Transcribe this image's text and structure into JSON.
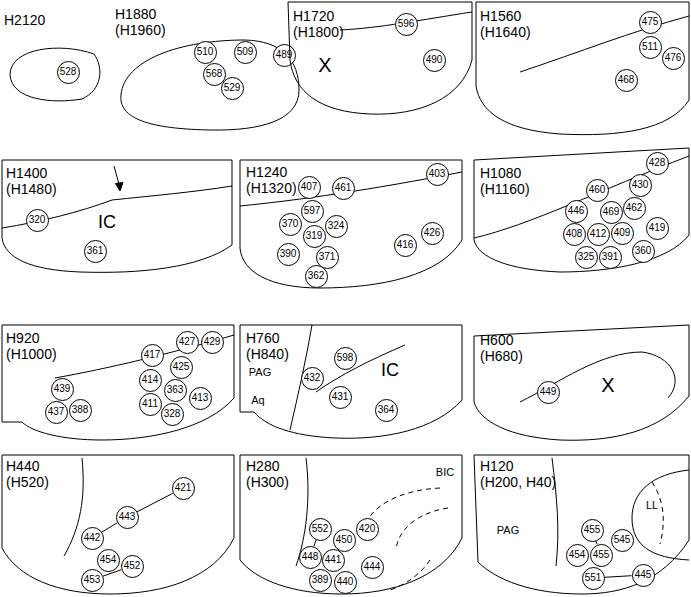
{
  "diagram": {
    "nodes": [
      {
        "text": [
          "H2120"
        ]
      },
      {
        "text": [
          "528"
        ],
        "in": 0
      },
      {
        "text": [
          "H1880 (H1960)"
        ]
      },
      {
        "text": [
          "510"
        ],
        "in": 2
      },
      {
        "text": [
          "509"
        ],
        "in": 2
      },
      {
        "text": [
          "489"
        ],
        "in": 2
      },
      {
        "text": [
          "568"
        ],
        "in": 2
      },
      {
        "text": [
          "529"
        ],
        "in": 2
      },
      {
        "text": [
          "H1720 (H1800)"
        ]
      },
      {
        "text": [
          "596"
        ],
        "in": 8
      },
      {
        "text": [
          "490"
        ],
        "in": 8
      },
      {
        "text": [
          "H1560 (H1640)"
        ]
      },
      {
        "text": [
          "475"
        ],
        "in": 11
      },
      {
        "text": [
          "511"
        ],
        "in": 11
      },
      {
        "text": [
          "476"
        ],
        "in": 11
      },
      {
        "text": [
          "468"
        ],
        "in": 11
      },
      {
        "text": [
          "H1400 (H1480)"
        ]
      },
      {
        "text": [
          "320"
        ],
        "in": 16
      },
      {
        "text": [
          "361"
        ],
        "in": 16
      },
      {
        "text": [
          "H1240 (H1320)"
        ]
      },
      {
        "text": [
          "407"
        ],
        "in": 19
      },
      {
        "text": [
          "461"
        ],
        "in": 19
      },
      {
        "text": [
          "403"
        ],
        "in": 19
      },
      {
        "text": [
          "597"
        ],
        "in": 19
      },
      {
        "text": [
          "370"
        ],
        "in": 19
      },
      {
        "text": [
          "324"
        ],
        "in": 19
      },
      {
        "text": [
          "426"
        ],
        "in": 19
      },
      {
        "text": [
          "319"
        ],
        "in": 19
      },
      {
        "text": [
          "371"
        ],
        "in": 19
      },
      {
        "text": [
          "416"
        ],
        "in": 19
      },
      {
        "text": [
          "390"
        ],
        "in": 19
      },
      {
        "text": [
          "362"
        ],
        "in": 19
      },
      {
        "text": [
          "H1080 (H1160)"
        ]
      },
      {
        "text": [
          "428"
        ],
        "in": 32
      },
      {
        "text": [
          "430"
        ],
        "in": 32
      },
      {
        "text": [
          "460"
        ],
        "in": 32
      },
      {
        "text": [
          "462"
        ],
        "in": 32
      },
      {
        "text": [
          "446"
        ],
        "in": 32
      },
      {
        "text": [
          "469"
        ],
        "in": 32
      },
      {
        "text": [
          "419"
        ],
        "in": 32
      },
      {
        "text": [
          "408"
        ],
        "in": 32
      },
      {
        "text": [
          "412"
        ],
        "in": 32
      },
      {
        "text": [
          "409"
        ],
        "in": 32
      },
      {
        "text": [
          "360"
        ],
        "in": 32
      },
      {
        "text": [
          "325"
        ],
        "in": 32
      },
      {
        "text": [
          "391"
        ],
        "in": 32
      },
      {
        "text": [
          "H920 (H1000)"
        ]
      },
      {
        "text": [
          "427"
        ],
        "in": 46
      },
      {
        "text": [
          "429"
        ],
        "in": 46
      },
      {
        "text": [
          "417"
        ],
        "in": 46
      },
      {
        "text": [
          "425"
        ],
        "in": 46
      },
      {
        "text": [
          "414"
        ],
        "in": 46
      },
      {
        "text": [
          "363"
        ],
        "in": 46
      },
      {
        "text": [
          "439"
        ],
        "in": 46
      },
      {
        "text": [
          "411"
        ],
        "in": 46
      },
      {
        "text": [
          "413"
        ],
        "in": 46
      },
      {
        "text": [
          "437"
        ],
        "in": 46
      },
      {
        "text": [
          "388"
        ],
        "in": 46
      },
      {
        "text": [
          "328"
        ],
        "in": 46
      },
      {
        "text": [
          "H760 (H840)"
        ]
      },
      {
        "text": [
          "598"
        ],
        "in": 59
      },
      {
        "text": [
          "432"
        ],
        "in": 59
      },
      {
        "text": [
          "431"
        ],
        "in": 59
      },
      {
        "text": [
          "364"
        ],
        "in": 59
      },
      {
        "text": [
          "H600 (H680)"
        ]
      },
      {
        "text": [
          "449"
        ],
        "in": 64
      },
      {
        "text": [
          "H440 (H520)"
        ]
      },
      {
        "text": [
          "421"
        ],
        "in": 66
      },
      {
        "text": [
          "443"
        ],
        "in": 66
      },
      {
        "text": [
          "442"
        ],
        "in": 66
      },
      {
        "text": [
          "454"
        ],
        "in": 66
      },
      {
        "text": [
          "452"
        ],
        "in": 66
      },
      {
        "text": [
          "453"
        ],
        "in": 66
      },
      {
        "text": [
          "H280 (H300)"
        ]
      },
      {
        "text": [
          "552"
        ],
        "in": 73
      },
      {
        "text": [
          "450"
        ],
        "in": 73
      },
      {
        "text": [
          "420"
        ],
        "in": 73
      },
      {
        "text": [
          "448"
        ],
        "in": 73
      },
      {
        "text": [
          "441"
        ],
        "in": 73
      },
      {
        "text": [
          "444"
        ],
        "in": 73
      },
      {
        "text": [
          "389"
        ],
        "in": 73
      },
      {
        "text": [
          "440"
        ],
        "in": 73
      },
      {
        "text": [
          "H120 (H200, H40)"
        ]
      },
      {
        "text": [
          "455"
        ],
        "in": 82
      },
      {
        "text": [
          "545"
        ],
        "in": 82
      },
      {
        "text": [
          "454"
        ],
        "in": 82
      },
      {
        "text": [
          "455"
        ],
        "in": 82
      },
      {
        "text": [
          "551"
        ],
        "in": 82
      },
      {
        "text": [
          "445"
        ],
        "in": 82
      }
    ],
    "edges": [
      {
        "from": 67,
        "to": 68,
        "arrow": "none"
      },
      {
        "from": 68,
        "to": 69,
        "arrow": "none"
      },
      {
        "from": 71,
        "to": 72,
        "arrow": "none"
      },
      {
        "from": 74,
        "to": 77,
        "arrow": "none"
      },
      {
        "from": 83,
        "to": 86,
        "arrow": "none"
      },
      {
        "from": 87,
        "to": 88,
        "arrow": "none"
      }
    ],
    "labels": [
      "X",
      "IC",
      "PAG",
      "Aq",
      "IC",
      "X",
      "BIC",
      "PAG",
      "LL"
    ]
  }
}
